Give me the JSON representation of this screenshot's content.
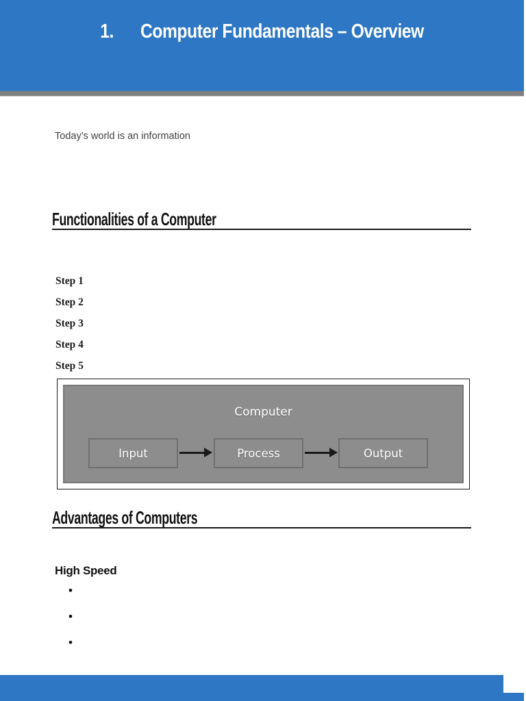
{
  "page": {
    "header": {
      "chapter_number": "1.",
      "title": "Computer Fundamentals – Overview"
    },
    "intro": {
      "text": "Today’s world is an information"
    },
    "section1": {
      "heading": "Functionalities of a Computer"
    },
    "steps": {
      "items": [
        "Step 1",
        "Step 2",
        "Step 3",
        "Step 4",
        "Step 5"
      ]
    },
    "diagram": {
      "title": "Computer",
      "nodes": [
        "Input",
        "Process",
        "Output"
      ]
    },
    "section2": {
      "heading": "Advantages of Computers"
    },
    "advantages": {
      "subheading": "High Speed",
      "bullets": [
        "•",
        "•",
        "•"
      ]
    },
    "colors": {
      "header_blue": "#2d77c4",
      "divider_gray": "#7f7f7f",
      "diagram_gray": "#8d8d8d",
      "heading_black": "#111111",
      "body_text_gray": "#3f3f3f"
    }
  }
}
